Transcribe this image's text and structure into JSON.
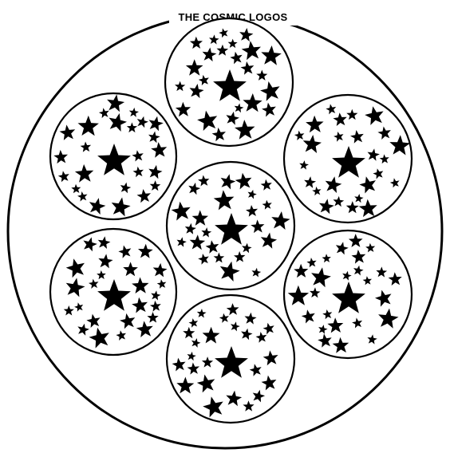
{
  "title": "THE COSMIC LOGOS",
  "colors": {
    "ink": "#000000",
    "paper": "#ffffff"
  },
  "diagram": {
    "outer_circle": "outer-cosmos-circle",
    "circles": [
      {
        "id": "top",
        "stars": "constellation"
      },
      {
        "id": "upper-left",
        "stars": "constellation"
      },
      {
        "id": "upper-right",
        "stars": "constellation"
      },
      {
        "id": "center",
        "stars": "constellation"
      },
      {
        "id": "lower-left",
        "stars": "constellation"
      },
      {
        "id": "lower-right",
        "stars": "constellation"
      },
      {
        "id": "bottom",
        "stars": "constellation"
      }
    ]
  }
}
